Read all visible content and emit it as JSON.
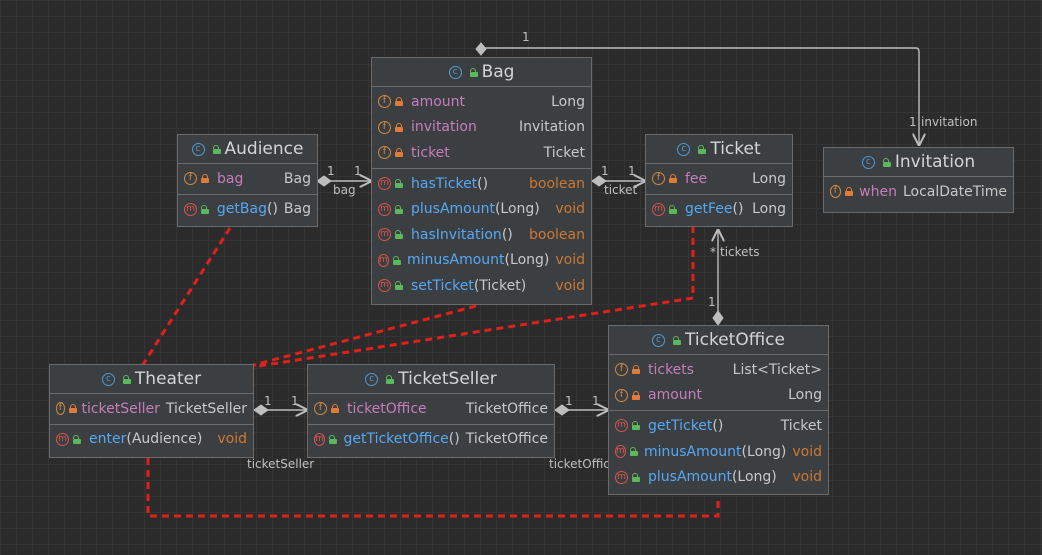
{
  "classes": {
    "bag": {
      "name": "Bag",
      "fields": [
        {
          "name": "amount",
          "type": "Long"
        },
        {
          "name": "invitation",
          "type": "Invitation"
        },
        {
          "name": "ticket",
          "type": "Ticket"
        }
      ],
      "methods": [
        {
          "name": "hasTicket",
          "params": "()",
          "ret": "boolean"
        },
        {
          "name": "plusAmount",
          "params": "(Long)",
          "ret": "void"
        },
        {
          "name": "hasInvitation",
          "params": "()",
          "ret": "boolean"
        },
        {
          "name": "minusAmount",
          "params": "(Long)",
          "ret": "void"
        },
        {
          "name": "setTicket",
          "params": "(Ticket)",
          "ret": "void"
        }
      ]
    },
    "audience": {
      "name": "Audience",
      "fields": [
        {
          "name": "bag",
          "type": "Bag"
        }
      ],
      "methods": [
        {
          "name": "getBag",
          "params": "()",
          "ret": "Bag"
        }
      ]
    },
    "ticket": {
      "name": "Ticket",
      "fields": [
        {
          "name": "fee",
          "type": "Long"
        }
      ],
      "methods": [
        {
          "name": "getFee",
          "params": "()",
          "ret": "Long"
        }
      ]
    },
    "invitation": {
      "name": "Invitation",
      "fields": [
        {
          "name": "when",
          "type": "LocalDateTime"
        }
      ]
    },
    "ticketoffice": {
      "name": "TicketOffice",
      "fields": [
        {
          "name": "tickets",
          "type": "List<Ticket>"
        },
        {
          "name": "amount",
          "type": "Long"
        }
      ],
      "methods": [
        {
          "name": "getTicket",
          "params": "()",
          "ret": "Ticket"
        },
        {
          "name": "minusAmount",
          "params": "(Long)",
          "ret": "void"
        },
        {
          "name": "plusAmount",
          "params": "(Long)",
          "ret": "void"
        }
      ]
    },
    "theater": {
      "name": "Theater",
      "fields": [
        {
          "name": "ticketSeller",
          "type": "TicketSeller"
        }
      ],
      "methods": [
        {
          "name": "enter",
          "params": "(Audience)",
          "ret": "void"
        }
      ]
    },
    "ticketseller": {
      "name": "TicketSeller",
      "fields": [
        {
          "name": "ticketOffice",
          "type": "TicketOffice"
        }
      ],
      "methods": [
        {
          "name": "getTicketOffice",
          "params": "()",
          "ret": "TicketOffice"
        }
      ]
    }
  },
  "edge_labels": {
    "bag_invitation_mult_top": "1",
    "bag_invitation_mult_end": "1",
    "bag_invitation_role": "invitation",
    "audience_bag_mult_a": "1",
    "audience_bag_mult_b": "1",
    "audience_bag_role": "bag",
    "bag_ticket_mult_a": "1",
    "bag_ticket_mult_b": "1",
    "bag_ticket_role": "ticket",
    "office_tickets_mult_many": "*",
    "office_tickets_role": "tickets",
    "office_tickets_mult_one": "1",
    "theater_seller_mult_a": "1",
    "theater_seller_mult_b": "1",
    "theater_seller_role": "ticketSeller",
    "seller_office_mult_a": "1",
    "seller_office_mult_b": "1",
    "seller_office_role": "ticketOffice"
  },
  "colors": {
    "background": "#2b2b2b",
    "node_fill": "#3c3f41",
    "field_name": "#c77dbb",
    "method_name": "#56a8f5",
    "return_type": "#cc7832",
    "dependency": "#e0201a"
  }
}
